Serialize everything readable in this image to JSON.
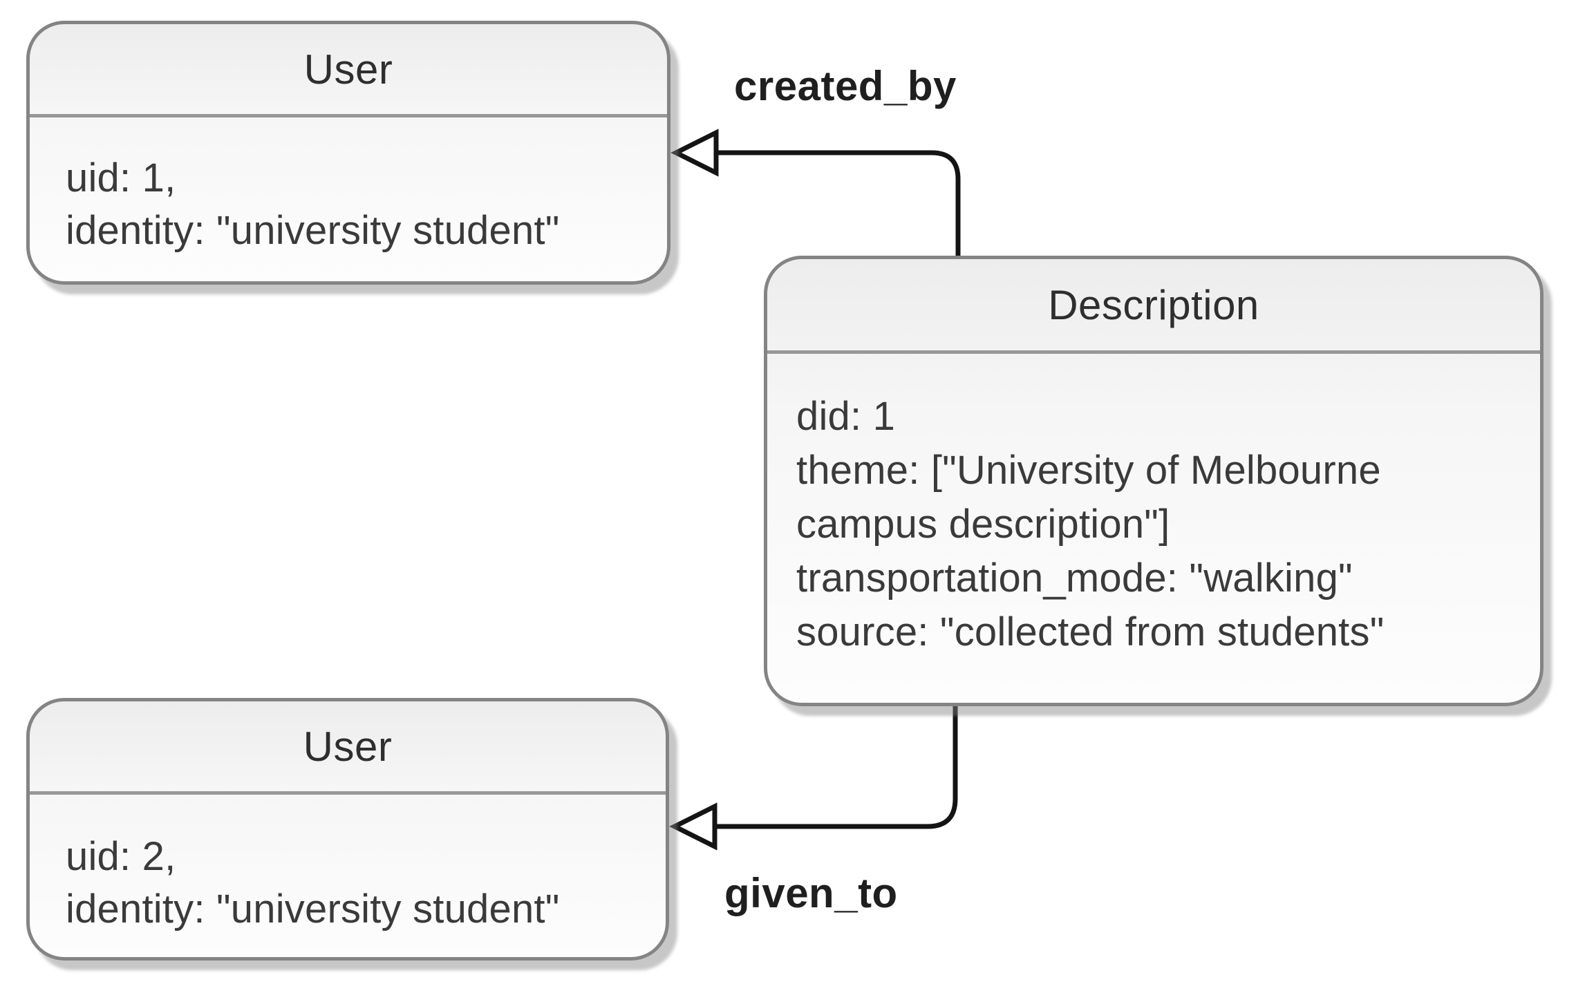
{
  "diagram": {
    "background_color": "#ffffff",
    "node_border_color": "#848484",
    "node_fill_top": "#ededed",
    "node_fill_bottom": "#fdfdfd",
    "edge_color": "#141414",
    "text_color": "#3a3a3a",
    "nodes": {
      "user1": {
        "title": "User",
        "lines": [
          "uid: 1,",
          "identity: \"university student\""
        ]
      },
      "description": {
        "title": "Description",
        "lines": [
          "did: 1",
          "theme: [\"University of Melbourne",
          "campus description\"]",
          "transportation_mode: \"walking\"",
          "source: \"collected from students\""
        ]
      },
      "user2": {
        "title": "User",
        "lines": [
          "uid: 2,",
          "identity: \"university student\""
        ]
      }
    },
    "edges": {
      "created_by": {
        "label": "created_by",
        "from": "Description",
        "to": "User (uid: 1)"
      },
      "given_to": {
        "label": "given_to",
        "from": "Description",
        "to": "User (uid: 2)"
      }
    }
  }
}
